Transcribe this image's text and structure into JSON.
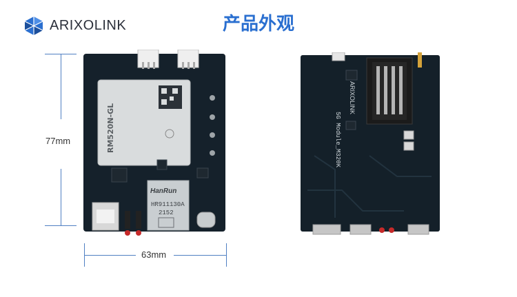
{
  "brand": {
    "name": "ARIXOLINK"
  },
  "title": "产品外观",
  "dimensions": {
    "height": "77mm",
    "width": "63mm"
  },
  "front_board": {
    "module_text": "RM520N-GL",
    "rj45_brand": "HanRun",
    "rj45_model": "HR911130A",
    "rj45_code": "2152"
  },
  "back_board": {
    "brand_text": "ARIXOLINK",
    "silk_text": "5G Module_M320K"
  },
  "colors": {
    "accent": "#2a6fd0",
    "pcb": "#15212b",
    "dimension": "#4f7fc2"
  }
}
